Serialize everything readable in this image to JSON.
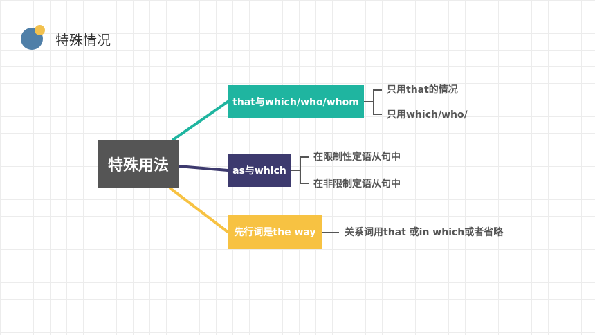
{
  "header": {
    "title": "特殊情况"
  },
  "diagram": {
    "root": "特殊用法",
    "branches": [
      {
        "label": "that与which/who/whom",
        "color": "#1fb5a0",
        "children": [
          "只用that的情况",
          "只用which/who/"
        ]
      },
      {
        "label": "as与which",
        "color": "#3d3a6e",
        "children": [
          "在限制性定语从句中",
          "在非限制定语从句中"
        ]
      },
      {
        "label": "先行词是the way",
        "color": "#f7c242",
        "children": [
          "关系词用that 或in which或者省略"
        ]
      }
    ]
  }
}
